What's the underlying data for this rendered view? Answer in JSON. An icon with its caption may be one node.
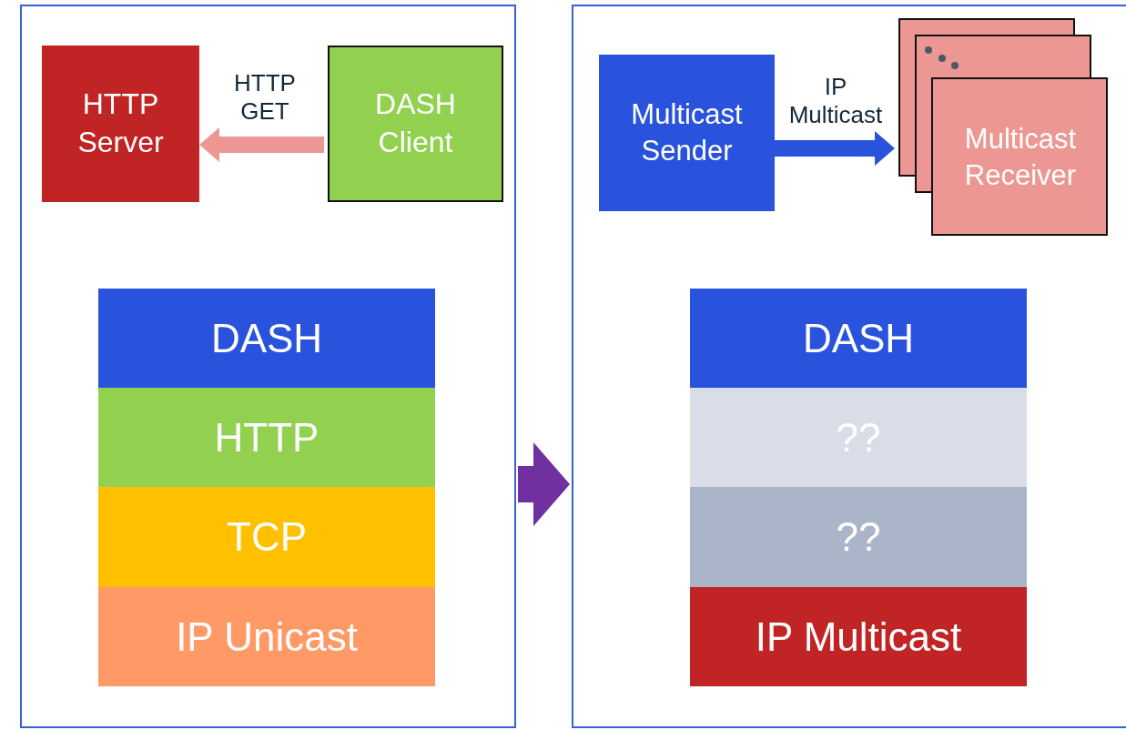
{
  "diagram": {
    "nodes": [
      {
        "text": [],
        "shape": "box"
      },
      {
        "text": [
          "HTTP Server"
        ],
        "in": 0
      },
      {
        "text": [
          "DASH Client"
        ],
        "in": 0
      },
      {
        "text": [
          "DASH"
        ],
        "in": 0
      },
      {
        "text": [
          "HTTP"
        ],
        "in": 0
      },
      {
        "text": [
          "TCP"
        ],
        "in": 0
      },
      {
        "text": [
          "IP Unicast"
        ],
        "in": 0
      },
      {
        "text": [],
        "shape": "box"
      },
      {
        "text": [
          "Multicast Sender"
        ],
        "in": 7
      },
      {
        "text": [
          "Multicast Receiver"
        ],
        "in": 7
      },
      {
        "text": [
          "DASH"
        ],
        "in": 7
      },
      {
        "text": [
          "??"
        ],
        "in": 7
      },
      {
        "text": [
          "??"
        ],
        "in": 7
      },
      {
        "text": [
          "IP Multicast"
        ],
        "in": 7
      }
    ],
    "edges": [
      {
        "from": 2,
        "to": 1,
        "label": "HTTP GET",
        "arrow": "to",
        "color": "#ec9793"
      },
      {
        "from": 8,
        "to": 9,
        "label": "IP Multicast",
        "arrow": "to",
        "color": "#2952dd"
      },
      {
        "from": 0,
        "to": 7,
        "arrow": "to",
        "color": "#7030a0"
      }
    ]
  }
}
